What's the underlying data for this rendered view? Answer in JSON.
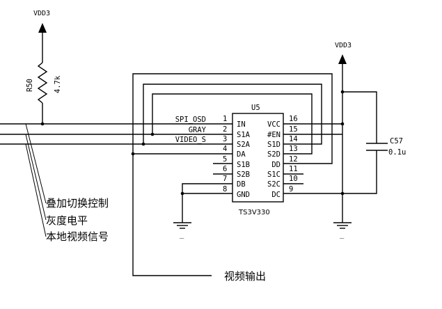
{
  "supplies": {
    "vdd_left": "VDD3",
    "vdd_right": "VDD3"
  },
  "resistor": {
    "ref": "R50",
    "value": "4.7k"
  },
  "capacitor": {
    "ref": "C57",
    "value": "0.1u"
  },
  "ic": {
    "ref": "U5",
    "part": "TS3V330",
    "left_pins": [
      {
        "num": "1",
        "name": "IN",
        "net": "SPI_OSD"
      },
      {
        "num": "2",
        "name": "S1A",
        "net": "GRAY"
      },
      {
        "num": "3",
        "name": "S2A",
        "net": "VIDEO_S"
      },
      {
        "num": "4",
        "name": "DA",
        "net": ""
      },
      {
        "num": "5",
        "name": "S1B",
        "net": ""
      },
      {
        "num": "6",
        "name": "S2B",
        "net": ""
      },
      {
        "num": "7",
        "name": "DB",
        "net": ""
      },
      {
        "num": "8",
        "name": "GND",
        "net": ""
      }
    ],
    "right_pins": [
      {
        "num": "16",
        "name": "VCC"
      },
      {
        "num": "15",
        "name": "#EN"
      },
      {
        "num": "14",
        "name": "S1D"
      },
      {
        "num": "13",
        "name": "S2D"
      },
      {
        "num": "12",
        "name": "DD"
      },
      {
        "num": "11",
        "name": "S1C"
      },
      {
        "num": "10",
        "name": "S2C"
      },
      {
        "num": "9",
        "name": "DC"
      }
    ]
  },
  "ground_labels": [
    "_",
    "_"
  ],
  "annotations": {
    "overlay_switch": "叠加切换控制",
    "gray_level": "灰度电平",
    "local_video": "本地视频信号",
    "video_out": "视频输出"
  }
}
